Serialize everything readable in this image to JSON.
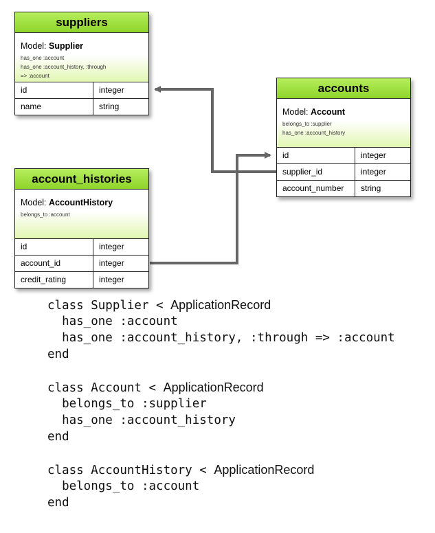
{
  "tables": {
    "suppliers": {
      "title": "suppliers",
      "model_prefix": "Model: ",
      "model": "Supplier",
      "assoc": [
        "has_one :account",
        "has_one :account_history, :through",
        "=> :account"
      ],
      "rows": [
        {
          "name": "id",
          "type": "integer"
        },
        {
          "name": "name",
          "type": "string"
        }
      ]
    },
    "account_histories": {
      "title": "account_histories",
      "model_prefix": "Model: ",
      "model": "AccountHistory",
      "assoc": [
        "belongs_to :account"
      ],
      "rows": [
        {
          "name": "id",
          "type": "integer"
        },
        {
          "name": "account_id",
          "type": "integer"
        },
        {
          "name": "credit_rating",
          "type": "integer"
        }
      ]
    },
    "accounts": {
      "title": "accounts",
      "model_prefix": "Model: ",
      "model": "Account",
      "assoc": [
        "belongs_to :supplier",
        "has_one :account_history"
      ],
      "rows": [
        {
          "name": "id",
          "type": "integer"
        },
        {
          "name": "supplier_id",
          "type": "integer"
        },
        {
          "name": "account_number",
          "type": "string"
        }
      ]
    }
  },
  "code": {
    "l1_code": "class Supplier < ",
    "l1_class": "ApplicationRecord",
    "l2": "  has_one :account",
    "l3": "  has_one :account_history, :through => :account",
    "l4": "end",
    "l6_code": "class Account < ",
    "l6_class": "ApplicationRecord",
    "l7": "  belongs_to :supplier",
    "l8": "  has_one :account_history",
    "l9": "end",
    "l11_code": "class AccountHistory < ",
    "l11_class": "ApplicationRecord",
    "l12": "  belongs_to :account",
    "l13": "end"
  },
  "colors": {
    "header": "#9adf3a",
    "arrow": "#666666"
  }
}
